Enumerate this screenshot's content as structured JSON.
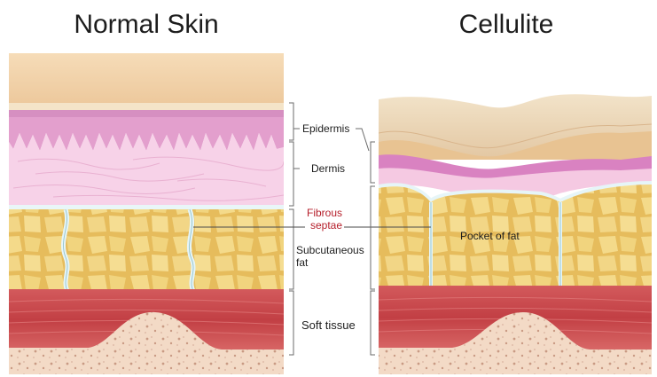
{
  "titles": {
    "normal": "Normal Skin",
    "cellulite": "Cellulite"
  },
  "labels": {
    "epidermis": "Epidermis",
    "dermis": "Dermis",
    "fibrous_line1": "Fibrous",
    "fibrous_line2": "septae",
    "subcutaneous_line1": "Subcutaneous",
    "subcutaneous_line2": "fat",
    "soft_tissue": "Soft tissue",
    "pocket_of_fat": "Pocket of fat"
  },
  "colors": {
    "top_skin": "#f3d3ac",
    "epidermis": "#e3a3d0",
    "dermis": "#f6cfe6",
    "fat_base": "#e9c369",
    "fat_cell": "#f5dd8e",
    "septae": "#dff0f3",
    "muscle": "#c8494c",
    "bone": "#f2d7c2",
    "label_red": "#b51e2a"
  }
}
